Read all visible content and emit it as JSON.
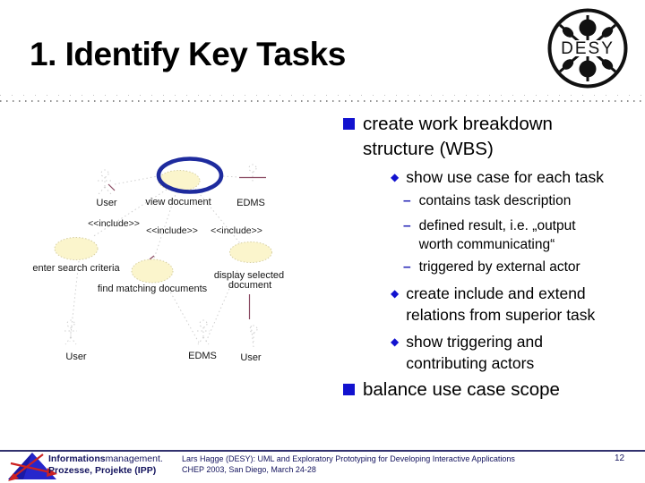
{
  "slide": {
    "title": "1. Identify Key Tasks"
  },
  "desy_logo": {
    "label": "DESY"
  },
  "glyphs": {
    "diamond": "◆",
    "dash": "–"
  },
  "colors": {
    "accent_blue": "#1212cf",
    "highlight_ring_blue": "#1e2b9e",
    "use_case_fill": "#fbf5cc",
    "maroon_line": "#8a4a62",
    "footer_navy": "#14145e"
  },
  "bullets": {
    "b1a": "create work breakdown",
    "b1b": "structure (WBS)",
    "b2": "show use case for each task",
    "b3": "contains task description",
    "b4a": "defined result, i.e. „output",
    "b4b": "worth communicating“",
    "b5": "triggered by external actor",
    "b6a": "create include and extend",
    "b6b": "relations from superior task",
    "b7a": "show triggering and",
    "b7b": "contributing actors",
    "b8": "balance use case scope"
  },
  "diagram": {
    "actor_user_top": "User",
    "uc_view_document": "view document",
    "actor_edms_top": "EDMS",
    "include_1": "<<include>>",
    "include_2": "<<include>>",
    "include_3": "<<include>>",
    "uc_enter_search_criteria": "enter search criteria",
    "uc_find_matching_documents": "find matching documents",
    "uc_display_selected_1": "display selected",
    "uc_display_selected_2": "document",
    "actor_user_bottom_left": "User",
    "actor_edms_bottom": "EDMS",
    "actor_user_bottom_right": "User"
  },
  "footer": {
    "org_bold": "Informations",
    "org_rest": "management.",
    "org_line2": "Prozesse, Projekte (IPP)",
    "credit_line1": "Lars Hagge (DESY): UML and Exploratory Prototyping for Developing Interactive Applications",
    "credit_line2": "CHEP 2003, San Diego, March 24-28",
    "page_number": "12"
  }
}
